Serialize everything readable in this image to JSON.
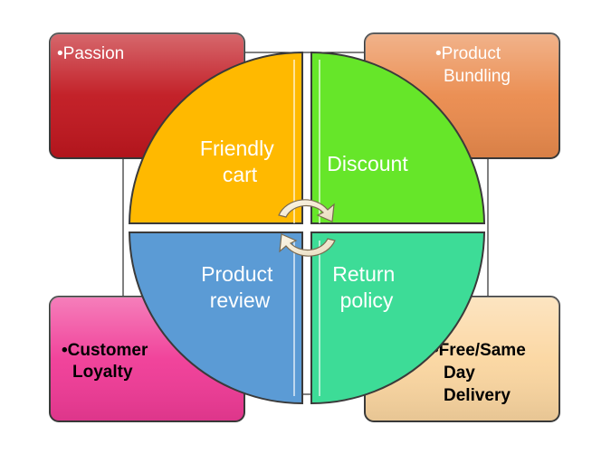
{
  "corners": {
    "top_left": {
      "lines": [
        "•Passion"
      ],
      "color": "#c0161e",
      "text_color": "#ffffff"
    },
    "top_right": {
      "lines": [
        "•Product",
        "Bundling"
      ],
      "color": "#ea8a4c",
      "text_color": "#ffffff"
    },
    "bottom_left": {
      "lines": [
        "•Customer",
        "Loyalty"
      ],
      "color": "#f03a96",
      "text_color": "#000000"
    },
    "bottom_right": {
      "lines": [
        "•Free/Same",
        "Day",
        "Delivery"
      ],
      "color": "#fbd6a0",
      "text_color": "#000000"
    }
  },
  "quadrants": {
    "top_left": {
      "lines": [
        "Friendly",
        "cart"
      ],
      "color": "#ffb900"
    },
    "top_right": {
      "lines": [
        "Discount"
      ],
      "color": "#66e629"
    },
    "bottom_left": {
      "lines": [
        "Product",
        "review"
      ],
      "color": "#5b9bd5"
    },
    "bottom_right": {
      "lines": [
        "Return",
        "policy"
      ],
      "color": "#3ddc97"
    }
  },
  "center_icon": "circular-arrows-icon",
  "frame_color": "#000000"
}
